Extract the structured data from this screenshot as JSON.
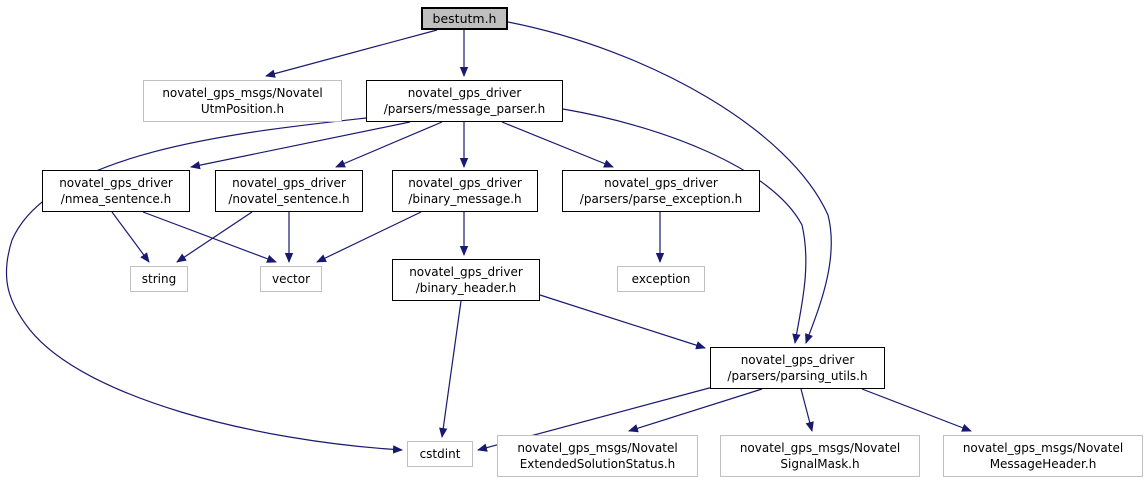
{
  "diagram": {
    "type": "include-dependency-graph",
    "root": "bestutm.h",
    "colors": {
      "edge": "#191970",
      "root_fill": "#bfbfbf",
      "node_fill": "#ffffff",
      "internal_border": "#000000",
      "external_border": "#c0c0c0",
      "text": "#000000",
      "background": "#ffffff"
    },
    "nodes": {
      "bestutm": {
        "label": "bestutm.h"
      },
      "utm_position": {
        "label": "novatel_gps_msgs/Novatel\nUtmPosition.h"
      },
      "message_parser": {
        "label": "novatel_gps_driver\n/parsers/message_parser.h"
      },
      "nmea_sentence": {
        "label": "novatel_gps_driver\n/nmea_sentence.h"
      },
      "novatel_sentence": {
        "label": "novatel_gps_driver\n/novatel_sentence.h"
      },
      "binary_message": {
        "label": "novatel_gps_driver\n/binary_message.h"
      },
      "parse_exception": {
        "label": "novatel_gps_driver\n/parsers/parse_exception.h"
      },
      "string": {
        "label": "string"
      },
      "vector": {
        "label": "vector"
      },
      "binary_header": {
        "label": "novatel_gps_driver\n/binary_header.h"
      },
      "exception": {
        "label": "exception"
      },
      "parsing_utils": {
        "label": "novatel_gps_driver\n/parsers/parsing_utils.h"
      },
      "cstdint": {
        "label": "cstdint"
      },
      "extended_solution_status": {
        "label": "novatel_gps_msgs/Novatel\nExtendedSolutionStatus.h"
      },
      "signal_mask": {
        "label": "novatel_gps_msgs/Novatel\nSignalMask.h"
      },
      "message_header": {
        "label": "novatel_gps_msgs/Novatel\nMessageHeader.h"
      }
    },
    "edges": [
      {
        "from": "bestutm",
        "to": "utm_position"
      },
      {
        "from": "bestutm",
        "to": "message_parser"
      },
      {
        "from": "bestutm",
        "to": "parsing_utils"
      },
      {
        "from": "message_parser",
        "to": "nmea_sentence"
      },
      {
        "from": "message_parser",
        "to": "novatel_sentence"
      },
      {
        "from": "message_parser",
        "to": "binary_message"
      },
      {
        "from": "message_parser",
        "to": "parse_exception"
      },
      {
        "from": "message_parser",
        "to": "parsing_utils"
      },
      {
        "from": "message_parser",
        "to": "cstdint"
      },
      {
        "from": "nmea_sentence",
        "to": "string"
      },
      {
        "from": "nmea_sentence",
        "to": "vector"
      },
      {
        "from": "novatel_sentence",
        "to": "string"
      },
      {
        "from": "novatel_sentence",
        "to": "vector"
      },
      {
        "from": "binary_message",
        "to": "vector"
      },
      {
        "from": "binary_message",
        "to": "binary_header"
      },
      {
        "from": "parse_exception",
        "to": "exception"
      },
      {
        "from": "binary_header",
        "to": "cstdint"
      },
      {
        "from": "binary_header",
        "to": "parsing_utils"
      },
      {
        "from": "parsing_utils",
        "to": "cstdint"
      },
      {
        "from": "parsing_utils",
        "to": "extended_solution_status"
      },
      {
        "from": "parsing_utils",
        "to": "signal_mask"
      },
      {
        "from": "parsing_utils",
        "to": "message_header"
      }
    ]
  }
}
